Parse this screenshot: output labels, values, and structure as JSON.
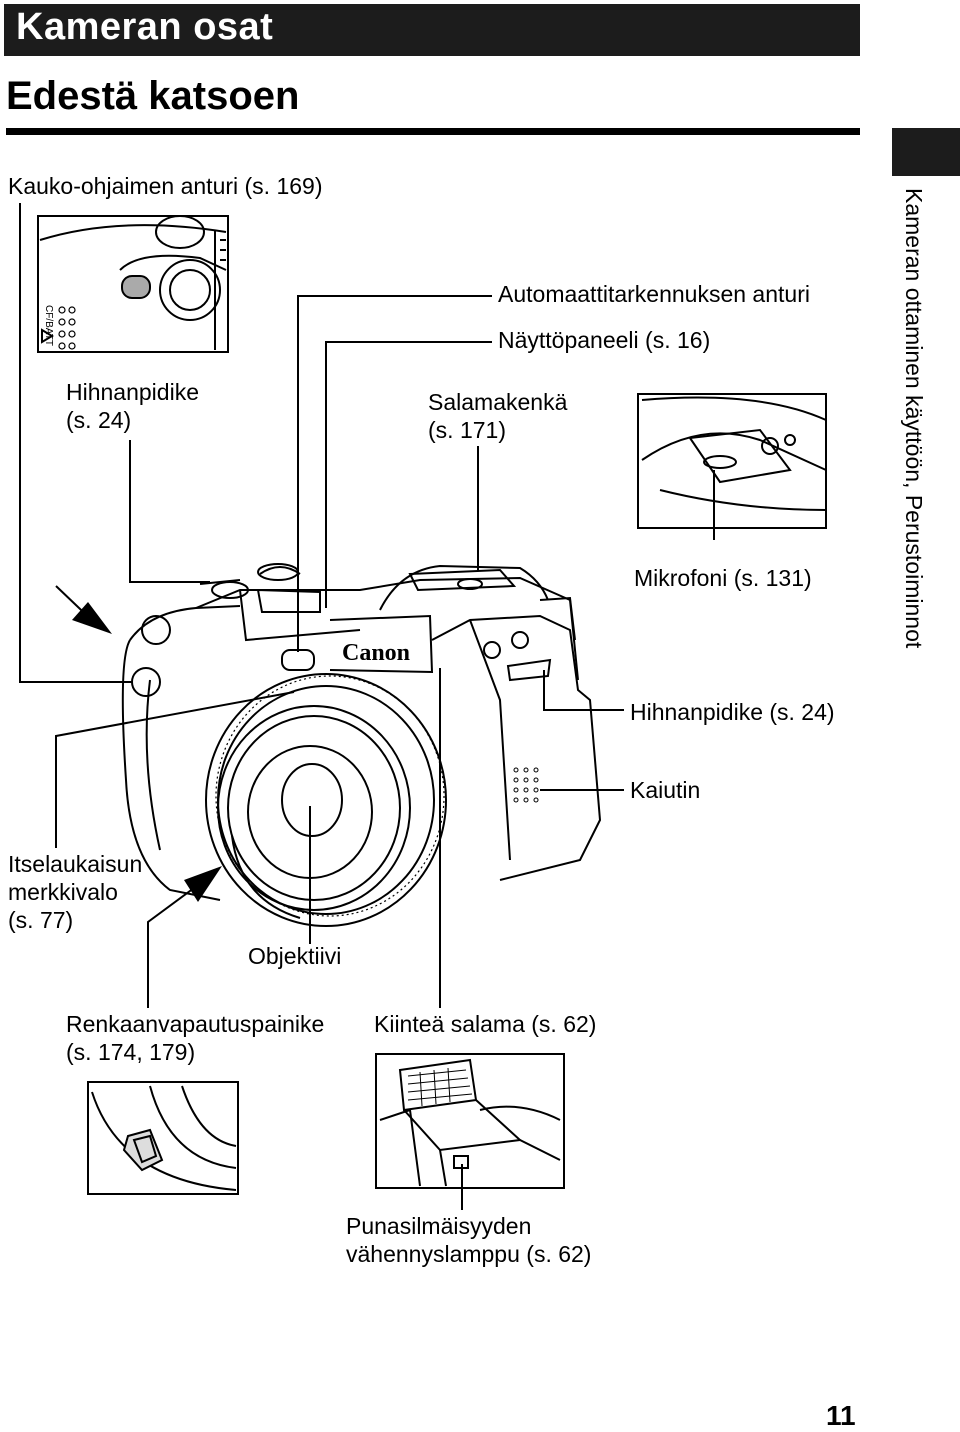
{
  "header": {
    "title": "Kameran osat"
  },
  "section": {
    "title": "Edestä katsoen"
  },
  "side_tab": {
    "text": "Kameran ottaminen käyttöön, Perustoiminnot"
  },
  "labels": {
    "remote_sensor": "Kauko-ohjaimen anturi (s. 169)",
    "strap_mount_left_1": "Hihnanpidike",
    "strap_mount_left_2": "(s. 24)",
    "af_sensor": "Automaattitarkennuksen anturi",
    "display_panel": "Näyttöpaneeli (s. 16)",
    "hot_shoe_1": "Salamakenkä",
    "hot_shoe_2": "(s. 171)",
    "microphone": "Mikrofoni (s. 131)",
    "strap_mount_right": "Hihnanpidike (s. 24)",
    "speaker": "Kaiutin",
    "self_timer_1": "Itselaukaisun",
    "self_timer_2": "merkkivalo",
    "self_timer_3": "(s. 77)",
    "lens": "Objektiivi",
    "ring_release_1": "Renkaanvapautuspainike",
    "ring_release_2": "(s. 174, 179)",
    "built_in_flash": "Kiinteä salama (s. 62)",
    "red_eye_1": "Punasilmäisyyden",
    "red_eye_2": "vähennyslamppu (s. 62)"
  },
  "camera_brand": "Canon",
  "detail_text": {
    "cf_batt": "CF/BATT"
  },
  "page_number": "11"
}
